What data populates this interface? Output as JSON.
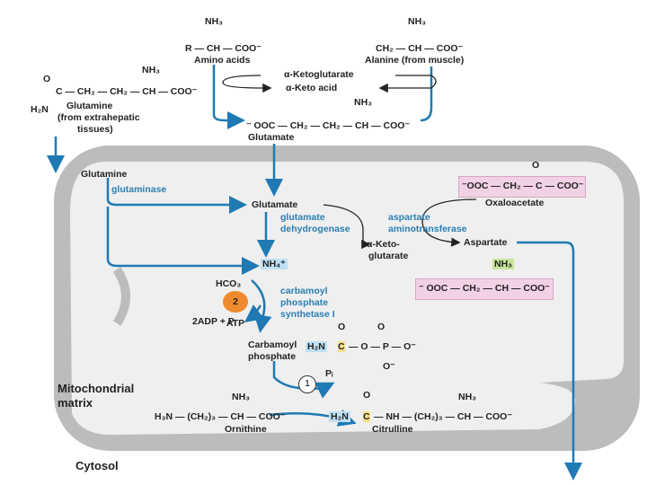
{
  "amino_acids": {
    "nh3": "NH₃",
    "formula": "R — CH — COO⁻",
    "name": "Amino acids"
  },
  "alanine": {
    "nh3": "NH₃",
    "formula": "CH₂ — CH — COO⁻",
    "name": "Alanine (from muscle)"
  },
  "glutamine_top": {
    "nh3": "NH₃",
    "formula": "C — CH₂ — CH₂ — CH — COO⁻",
    "h2n": "H₂N",
    "o": "O",
    "name": "Glutamine",
    "source1": "(from extrahepatic",
    "source2": "tissues)"
  },
  "keto_labels": {
    "ketoglutarate": "α-Ketoglutarate",
    "keto_acid": "α-Keto acid"
  },
  "glutamate_top": {
    "nh3": "NH₃",
    "formula": "⁻ OOC — CH₂ — CH₂ — CH — COO⁻",
    "name": "Glutamate"
  },
  "matrix": {
    "glutamine": "Glutamine",
    "glutaminase": "glutaminase",
    "glutamate": "Glutamate",
    "gdh1": "glutamate",
    "gdh2": "dehydrogenase",
    "ast1": "aspartate",
    "ast2": "aminotransferase",
    "oaa_formula": "⁻OOC — CH₂ — C — COO⁻",
    "oaa_o": "O",
    "oaa_name": "Oxaloacetate",
    "keto2a": "α-Keto-",
    "keto2b": "glutarate",
    "aspartate": "Aspartate",
    "asp_nh3": "NH₃",
    "asp_formula": "⁻ OOC — CH₂ — CH — COO⁻",
    "nh4": "NH₄⁺",
    "hco3": "HCO₃",
    "atp": "2 ATP",
    "adp": "2ADP + Pᵢ",
    "cps1": "carbamoyl",
    "cps2": "phosphate",
    "cps3": "synthetase I",
    "carb1": "Carbamoyl",
    "carb2": "phosphate",
    "carb_h2n": "H₂N",
    "carb_c": "C",
    "carb_rest": "— O — P — O⁻",
    "carb_o1": "O",
    "carb_o2": "O",
    "carb_o3": "O⁻",
    "step": "1",
    "pi": "Pᵢ",
    "orn_nh3": "NH₃",
    "orn_formula": "H₃N — (CH₂)₃ — CH — COO⁻",
    "orn_name": "Ornithine",
    "cit_o": "O",
    "cit_nh3": "NH₃",
    "cit_h2n": "H₂N",
    "cit_c": "C",
    "cit_rest": "— NH — (CH₂)₃ — CH — COO⁻",
    "cit_name": "Citrulline",
    "compartment1": "Mitochondrial",
    "compartment2": "matrix"
  },
  "cytosol": "Cytosol",
  "colors": {
    "arrow": "#1f7ab4",
    "membrane": "#bcbcbc",
    "matrix_bg": "#efefef",
    "pink": "#f2d1e4",
    "green": "#c7e39a",
    "atp": "#ee8a2d"
  }
}
